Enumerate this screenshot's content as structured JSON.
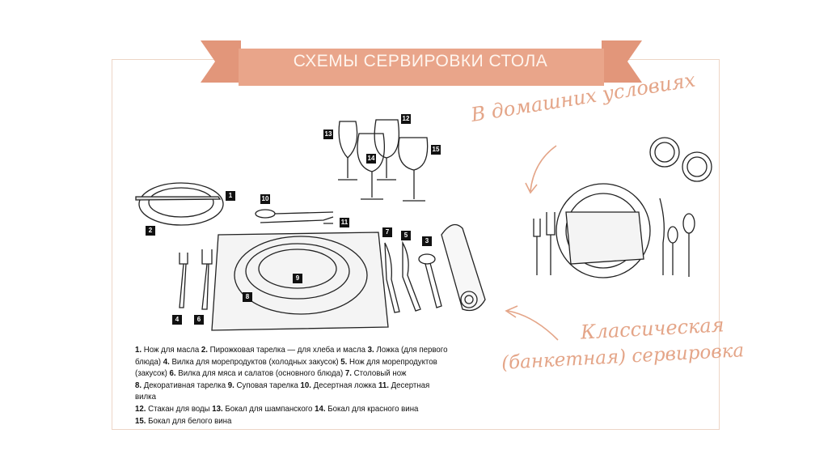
{
  "title": "СХЕМЫ СЕРВИРОВКИ СТОЛА",
  "captions": {
    "home": "В домашних условиях",
    "classic_line1": "Классическая",
    "classic_line2": "(банкетная) сервировка"
  },
  "labels": [
    "1",
    "2",
    "3",
    "4",
    "5",
    "6",
    "7",
    "8",
    "9",
    "10",
    "11",
    "12",
    "13",
    "14",
    "15"
  ],
  "legend": [
    {
      "n": "1.",
      "text": "Нож для масла"
    },
    {
      "n": "2.",
      "text": "Пирожковая тарелка — для хлеба и масла"
    },
    {
      "n": "3.",
      "text": "Ложка (для первого блюда)"
    },
    {
      "n": "4.",
      "text": "Вилка для морепродуктов (холодных закусок)"
    },
    {
      "n": "5.",
      "text": "Нож для морепродуктов (закусок)"
    },
    {
      "n": "6.",
      "text": "Вилка для мяса и салатов (основного блюда)"
    },
    {
      "n": "7.",
      "text": "Столовый нож"
    },
    {
      "n": "8.",
      "text": "Декоративная тарелка"
    },
    {
      "n": "9.",
      "text": "Суповая тарелка"
    },
    {
      "n": "10.",
      "text": "Десертная ложка"
    },
    {
      "n": "11.",
      "text": "Десертная вилка"
    },
    {
      "n": "12.",
      "text": "Стакан для воды"
    },
    {
      "n": "13.",
      "text": "Бокал для шампанского"
    },
    {
      "n": "14.",
      "text": "Бокал для красного вина"
    },
    {
      "n": "15.",
      "text": "Бокал для белого вина"
    }
  ],
  "colors": {
    "accent": "#e9a58a",
    "border": "#edd5c6"
  }
}
